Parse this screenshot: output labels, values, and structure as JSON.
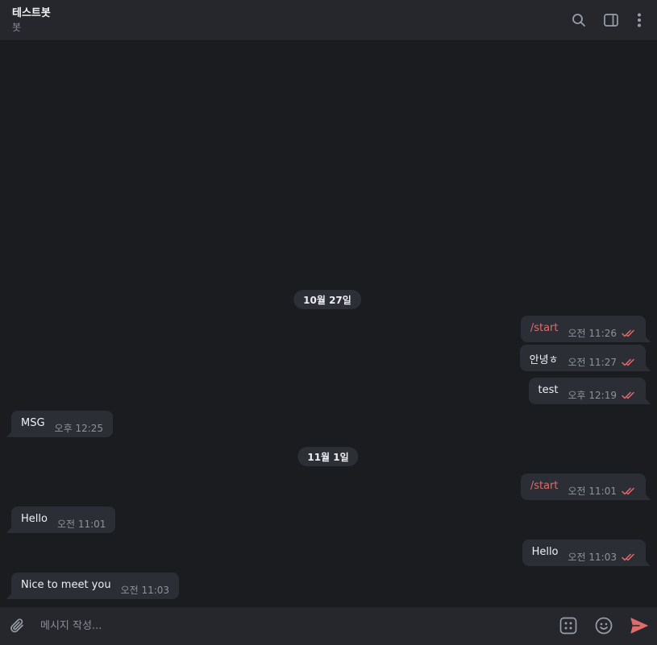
{
  "header": {
    "title": "테스트봇",
    "subtitle": "봇"
  },
  "icons": {
    "search": "search-icon",
    "sidebar": "sidebar-toggle-icon",
    "more": "more-vertical-icon",
    "attach": "paperclip-icon",
    "commands": "commands-icon",
    "emoji": "emoji-icon",
    "send": "send-icon",
    "read": "double-check-icon"
  },
  "colors": {
    "accent": "#e06b6b",
    "bubble": "#2b2e34",
    "background": "#1b1c20"
  },
  "dates": [
    {
      "label": "10월 27일"
    },
    {
      "label": "11월 1일"
    }
  ],
  "messages": [
    {
      "direction": "out",
      "text": "/start",
      "time": "오전 11:26",
      "is_command": true,
      "read": true
    },
    {
      "direction": "out",
      "text": "안녕ㅎ",
      "time": "오전 11:27",
      "is_command": false,
      "read": true
    },
    {
      "direction": "out",
      "text": "test",
      "time": "오후 12:19",
      "is_command": false,
      "read": true
    },
    {
      "direction": "in",
      "text": "MSG",
      "time": "오후 12:25",
      "is_command": false
    },
    {
      "direction": "out",
      "text": "/start",
      "time": "오전 11:01",
      "is_command": true,
      "read": true
    },
    {
      "direction": "in",
      "text": "Hello",
      "time": "오전 11:01",
      "is_command": false
    },
    {
      "direction": "out",
      "text": "Hello",
      "time": "오전 11:03",
      "is_command": false,
      "read": true
    },
    {
      "direction": "in",
      "text": "Nice to meet you",
      "time": "오전 11:03",
      "is_command": false
    }
  ],
  "composer": {
    "placeholder": "메시지 작성..."
  }
}
